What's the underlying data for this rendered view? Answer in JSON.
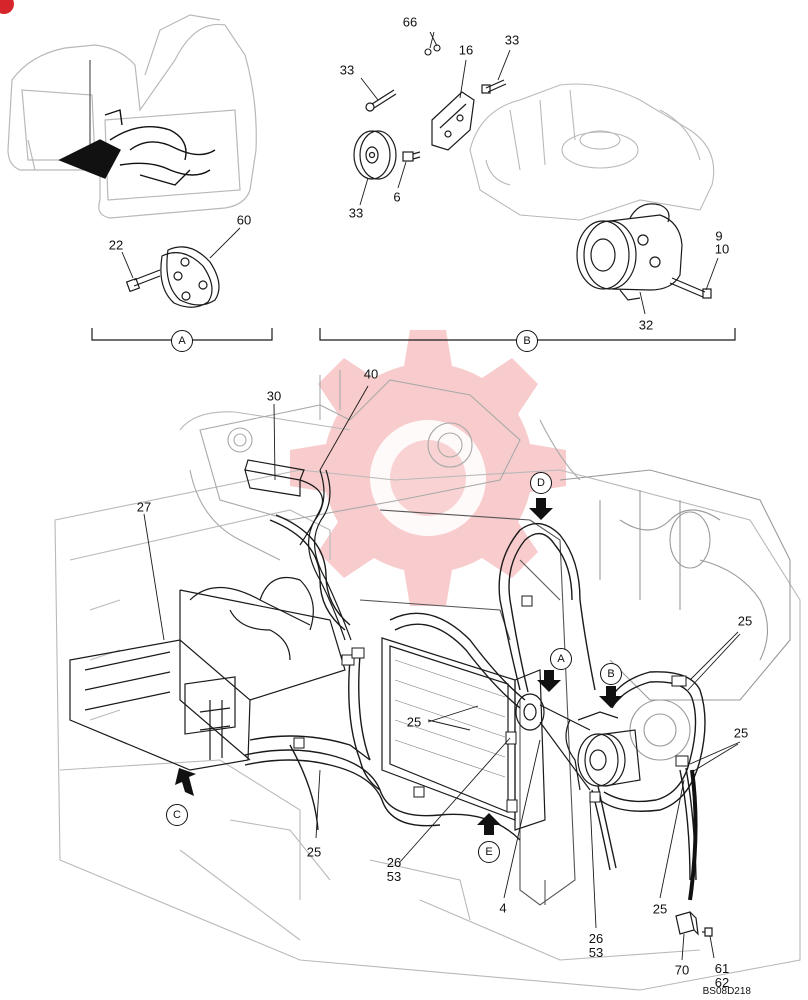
{
  "detail_views": [
    {
      "letter": "A",
      "parts": [
        "22",
        "60"
      ]
    },
    {
      "letter": "B",
      "parts": [
        "66",
        "16",
        "33",
        "33",
        "33",
        "6",
        "9",
        "10",
        "32"
      ]
    }
  ],
  "callouts": [
    {
      "id": "c66",
      "text": "66"
    },
    {
      "id": "c16",
      "text": "16"
    },
    {
      "id": "c33a",
      "text": "33"
    },
    {
      "id": "c33b",
      "text": "33"
    },
    {
      "id": "c33c",
      "text": "33"
    },
    {
      "id": "c6",
      "text": "6"
    },
    {
      "id": "c9",
      "text": "9"
    },
    {
      "id": "c10",
      "text": "10"
    },
    {
      "id": "c32",
      "text": "32"
    },
    {
      "id": "c22",
      "text": "22"
    },
    {
      "id": "c60",
      "text": "60"
    },
    {
      "id": "c30",
      "text": "30"
    },
    {
      "id": "c40",
      "text": "40"
    },
    {
      "id": "c27",
      "text": "27"
    },
    {
      "id": "c25a",
      "text": "25"
    },
    {
      "id": "c25b",
      "text": "25"
    },
    {
      "id": "c25c",
      "text": "25"
    },
    {
      "id": "c25d",
      "text": "25"
    },
    {
      "id": "c25e",
      "text": "25"
    },
    {
      "id": "c2653a",
      "text": "26\n53"
    },
    {
      "id": "c4",
      "text": "4"
    },
    {
      "id": "c2653b",
      "text": "26\n53"
    },
    {
      "id": "c70",
      "text": "70"
    },
    {
      "id": "c6162",
      "text": "61\n62"
    }
  ],
  "view_markers": [
    {
      "id": "mA_top",
      "letter": "A"
    },
    {
      "id": "mB_top",
      "letter": "B"
    },
    {
      "id": "mD",
      "letter": "D"
    },
    {
      "id": "mA",
      "letter": "A"
    },
    {
      "id": "mB",
      "letter": "B"
    },
    {
      "id": "mC",
      "letter": "C"
    },
    {
      "id": "mE",
      "letter": "E"
    }
  ],
  "drawing_code": "BS08D218",
  "colors": {
    "line": "#1a1a1a",
    "ghost": "#b9b9b9",
    "watermark": "#f2a3a3",
    "badge": "#d7262b"
  },
  "icons": [
    "watermark-gear-icon",
    "arrow-down-icon",
    "arrow-up-icon"
  ]
}
